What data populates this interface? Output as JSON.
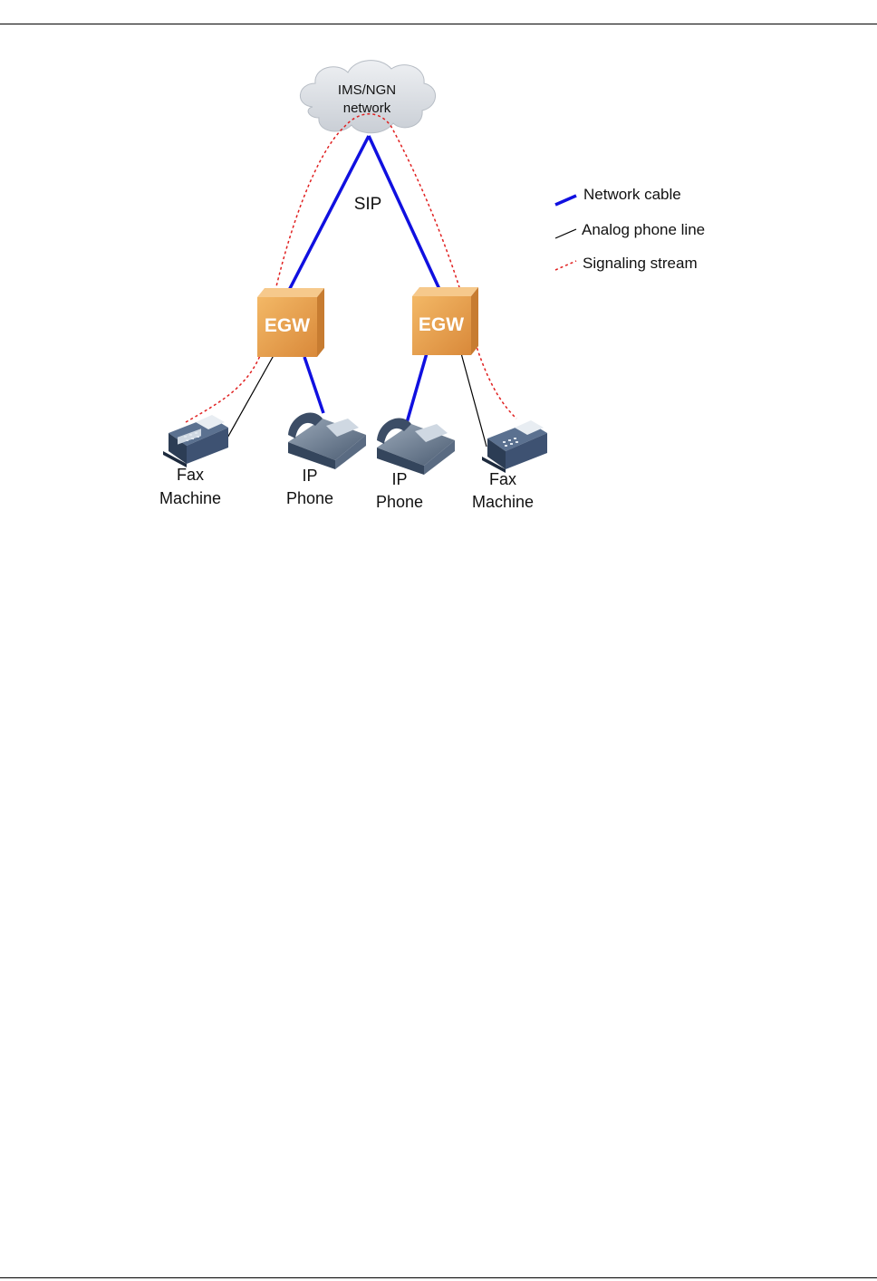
{
  "cloud": {
    "label_line1": "IMS/NGN",
    "label_line2": "network"
  },
  "protocol_label": "SIP",
  "gateways": [
    {
      "label": "EGW"
    },
    {
      "label": "EGW"
    }
  ],
  "devices": {
    "fax_left": {
      "line1": "Fax",
      "line2": "Machine"
    },
    "ip_phone_left": {
      "line1": "IP",
      "line2": "Phone"
    },
    "ip_phone_right": {
      "line1": "IP",
      "line2": "Phone"
    },
    "fax_right": {
      "line1": "Fax",
      "line2": "Machine"
    }
  },
  "legend": {
    "items": [
      {
        "label": "Network cable",
        "color": "#1010e0",
        "style": "solid-thick"
      },
      {
        "label": "Analog phone line",
        "color": "#000000",
        "style": "solid-thin"
      },
      {
        "label": "Signaling stream",
        "color": "#e02020",
        "style": "dotted"
      }
    ]
  },
  "colors": {
    "network_cable": "#1010e0",
    "analog_line": "#000000",
    "signaling": "#e02020",
    "gateway_fill": "#e9a64f",
    "cloud_fill": "#d9dde2",
    "device_fill": "#3a4d68"
  }
}
